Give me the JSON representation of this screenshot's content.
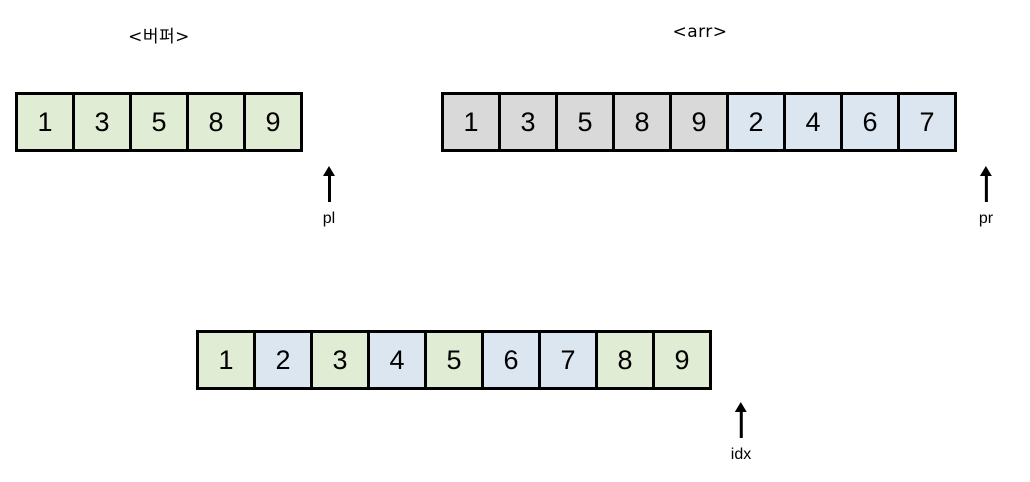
{
  "diagram": {
    "title": "merge step diagram",
    "colors": {
      "green": "#e1ecd4",
      "blue": "#dce6f1",
      "gray": "#d9d9d9",
      "border": "#000000",
      "background": "#ffffff"
    }
  },
  "arrays": [
    {
      "id": "buffer",
      "title": "<버퍼>",
      "cells": [
        {
          "value": "1",
          "color": "green"
        },
        {
          "value": "3",
          "color": "green"
        },
        {
          "value": "5",
          "color": "green"
        },
        {
          "value": "8",
          "color": "green"
        },
        {
          "value": "9",
          "color": "green"
        }
      ]
    },
    {
      "id": "arr",
      "title": "<arr>",
      "cells": [
        {
          "value": "1",
          "color": "gray"
        },
        {
          "value": "3",
          "color": "gray"
        },
        {
          "value": "5",
          "color": "gray"
        },
        {
          "value": "8",
          "color": "gray"
        },
        {
          "value": "9",
          "color": "gray"
        },
        {
          "value": "2",
          "color": "blue"
        },
        {
          "value": "4",
          "color": "blue"
        },
        {
          "value": "6",
          "color": "blue"
        },
        {
          "value": "7",
          "color": "blue"
        }
      ]
    },
    {
      "id": "result",
      "title": "",
      "cells": [
        {
          "value": "1",
          "color": "green"
        },
        {
          "value": "2",
          "color": "blue"
        },
        {
          "value": "3",
          "color": "green"
        },
        {
          "value": "4",
          "color": "blue"
        },
        {
          "value": "5",
          "color": "green"
        },
        {
          "value": "6",
          "color": "blue"
        },
        {
          "value": "7",
          "color": "blue"
        },
        {
          "value": "8",
          "color": "green"
        },
        {
          "value": "9",
          "color": "green"
        }
      ]
    }
  ],
  "pointers": [
    {
      "id": "pl",
      "label": "pl"
    },
    {
      "id": "pr",
      "label": "pr"
    },
    {
      "id": "idx",
      "label": "idx"
    }
  ]
}
